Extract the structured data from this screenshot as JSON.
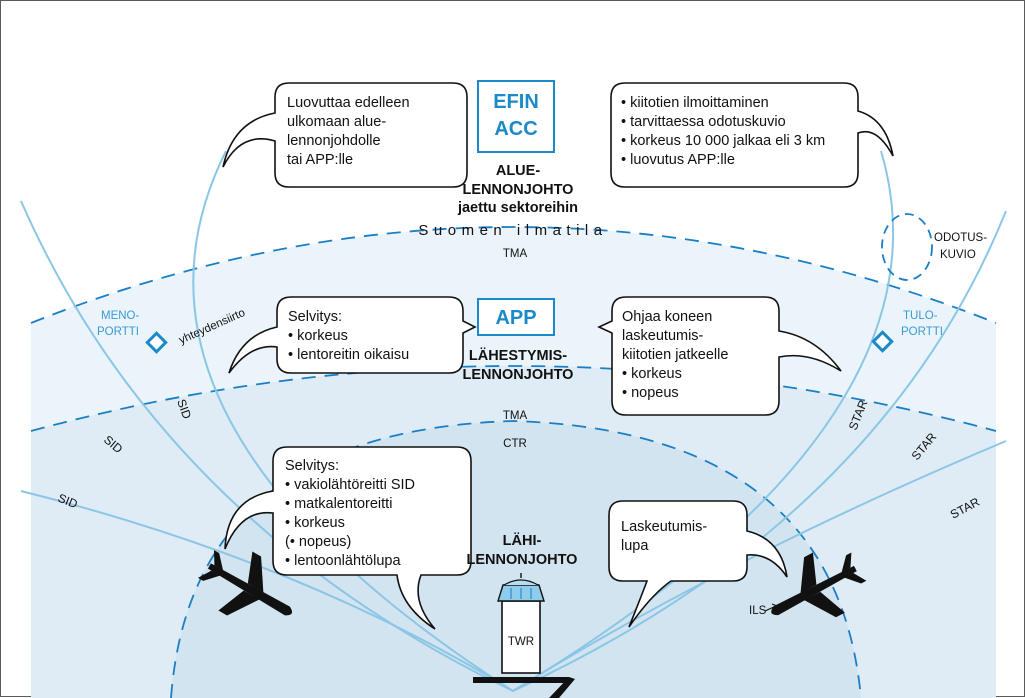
{
  "acc": {
    "title_line1": "EFIN",
    "title_line2": "ACC",
    "label_line1": "ALUE-",
    "label_line2": "LENNONJOHTO",
    "label_line3": "jaettu sektoreihin",
    "left_bubble": [
      "Luovuttaa edelleen",
      "ulkomaan alue-",
      "lennonjohdolle",
      "tai APP:lle"
    ],
    "right_bubble": [
      "• kiitotien ilmoittaminen",
      "• tarvittaessa odotuskuvio",
      "• korkeus 10 000 jalkaa eli 3 km",
      "• luovutus APP:lle"
    ]
  },
  "app": {
    "title": "APP",
    "label_line1": "LÄHESTYMIS-",
    "label_line2": "LENNONJOHTO",
    "left_bubble": [
      "Selvitys:",
      "• korkeus",
      "• lentoreitin oikaisu"
    ],
    "right_bubble": [
      "Ohjaa koneen",
      "laskeutumis-",
      "kiitotien jatkeelle",
      "• korkeus",
      "• nopeus"
    ]
  },
  "tower": {
    "label_line1": "LÄHI-",
    "label_line2": "LENNONJOHTO",
    "tower_label": "TWR",
    "left_bubble": [
      "Selvitys:",
      "• vakiolähtöreitti SID",
      "• matkalentoreitti",
      "• korkeus",
      "(• nopeus)",
      "• lentoonlähtölupa"
    ],
    "right_bubble": [
      "Laskeutumis-",
      "lupa"
    ]
  },
  "airspace": {
    "suomen_ilmatila": "Suomen ilmatila",
    "tma_top": "TMA",
    "tma_bottom": "TMA",
    "ctr": "CTR",
    "yhteydensiirto": "yhteydensiirto",
    "meno_line1": "MENO-",
    "meno_line2": "PORTTI",
    "tulo_line1": "TULO-",
    "tulo_line2": "PORTTI",
    "odotus_line1": "ODOTUS-",
    "odotus_line2": "KUVIO",
    "ils": "ILS"
  },
  "routes": {
    "sid": "SID",
    "star": "STAR"
  },
  "colors": {
    "route_blue": "#8cc6e6",
    "dash_blue": "#1a7fc4",
    "outer_fill": "#eaf4fa",
    "inner_fill": "#dceaf4",
    "accent": "#1a8ac8"
  }
}
